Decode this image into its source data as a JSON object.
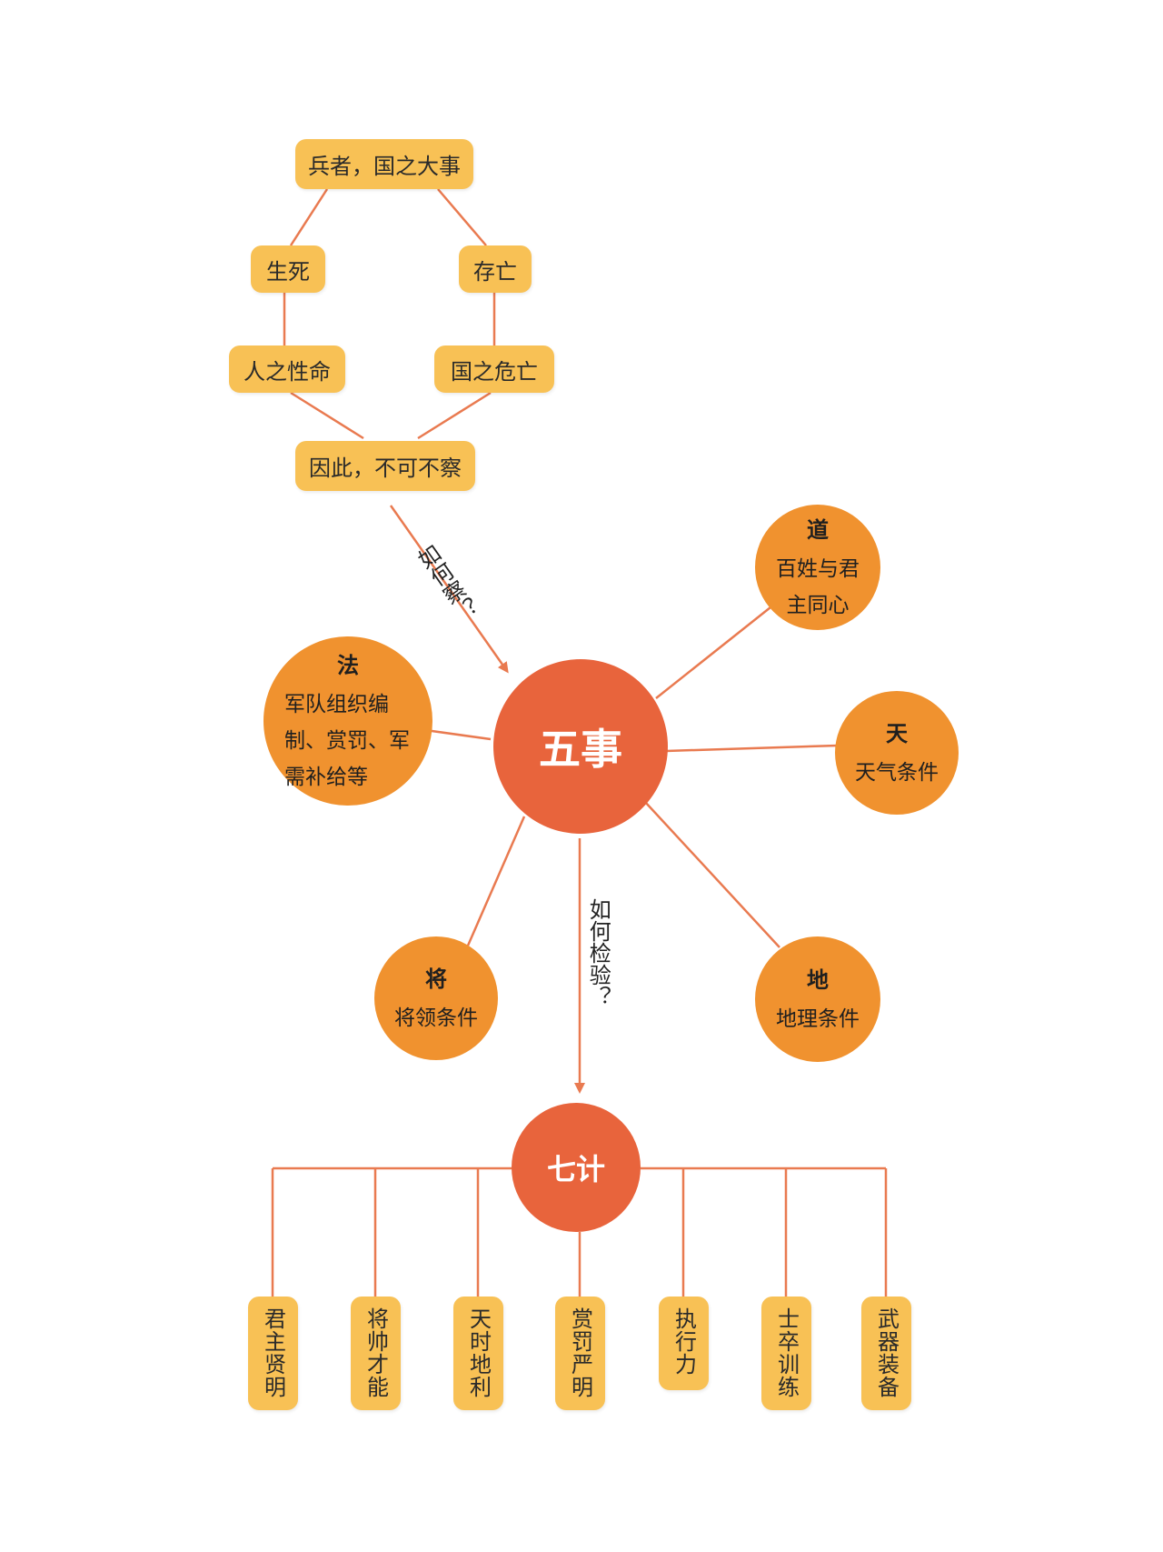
{
  "colors": {
    "box": "#f8c155",
    "circle": "#f0922f",
    "hub": "#e8643c",
    "line": "#e97a50"
  },
  "top_chain": {
    "root": "兵者，国之大事",
    "left_1": "生死",
    "right_1": "存亡",
    "left_2": "人之性命",
    "right_2": "国之危亡",
    "bottom": "因此，不可不察"
  },
  "arrow_labels": {
    "how_observe": "如何察？",
    "how_verify": "如何检验？"
  },
  "wushi": {
    "center": "五事",
    "dao": {
      "title": "道",
      "desc": "百姓与君主同心"
    },
    "fa": {
      "title": "法",
      "desc": "军队组织编制、赏罚、军需补给等"
    },
    "tian": {
      "title": "天",
      "desc": "天气条件"
    },
    "jiang": {
      "title": "将",
      "desc": "将领条件"
    },
    "di": {
      "title": "地",
      "desc": "地理条件"
    }
  },
  "qiji": {
    "center": "七计",
    "items": [
      "君主贤明",
      "将帅才能",
      "天时地利",
      "赏罚严明",
      "执行力",
      "士卒训练",
      "武器装备"
    ]
  }
}
